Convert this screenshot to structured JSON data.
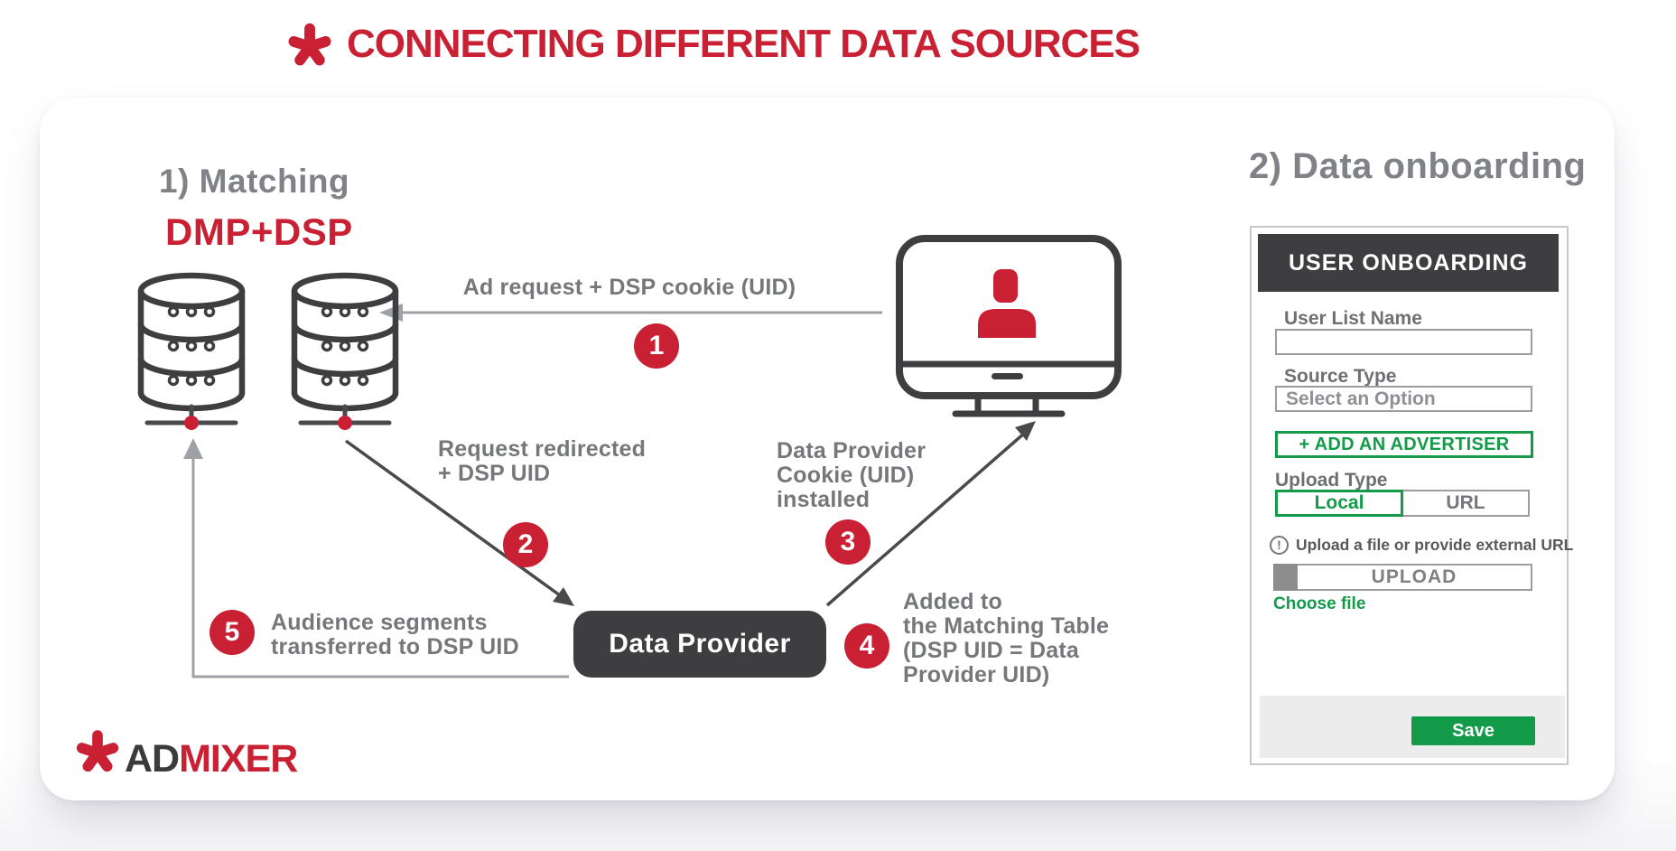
{
  "colors": {
    "red": "#c92133",
    "dark": "#3e3e40",
    "gray-text": "#76777b",
    "gray-heading": "#818287",
    "light-arrow": "#9ea2a6",
    "dark-arrow": "#4a4a4c",
    "green": "#139b49",
    "border-gray": "#9d9d9d",
    "panel-border": "#c8c8c8",
    "footer-gray": "#ececec",
    "upload-square": "#8d8d8d",
    "select-text": "#8f9095"
  },
  "header": {
    "title": "CONNECTING DIFFERENT DATA SOURCES"
  },
  "matching": {
    "heading": "1) Matching",
    "subheading": "DMP+DSP",
    "data_provider": "Data Provider",
    "steps": [
      {
        "num": "1",
        "label": "Ad request + DSP cookie (UID)"
      },
      {
        "num": "2",
        "label": "Request redirected\n+ DSP UID"
      },
      {
        "num": "3",
        "label": "Data Provider\nCookie (UID)\ninstalled"
      },
      {
        "num": "4",
        "label": "Added to\nthe Matching Table\n(DSP UID = Data\nProvider UID)"
      },
      {
        "num": "5",
        "label": "Audience segments\ntransferred to DSP UID"
      }
    ]
  },
  "onboarding": {
    "heading": "2) Data onboarding",
    "form": {
      "title": "USER ONBOARDING",
      "user_list": {
        "label": "User List Name",
        "value": "",
        "placeholder": ""
      },
      "source_type": {
        "label": "Source Type",
        "value": "Select an Option"
      },
      "add_advertiser": "+ ADD AN ADVERTISER",
      "upload_type": {
        "label": "Upload Type",
        "options": [
          {
            "label": "Local",
            "selected": true
          },
          {
            "label": "URL",
            "selected": false
          }
        ]
      },
      "note_icon": "!",
      "note": "Upload a file or provide external URL",
      "upload_button": "UPLOAD",
      "choose_file": "Choose file",
      "save": "Save"
    }
  },
  "logo": {
    "part1": "AD",
    "part2": "MIXER"
  }
}
